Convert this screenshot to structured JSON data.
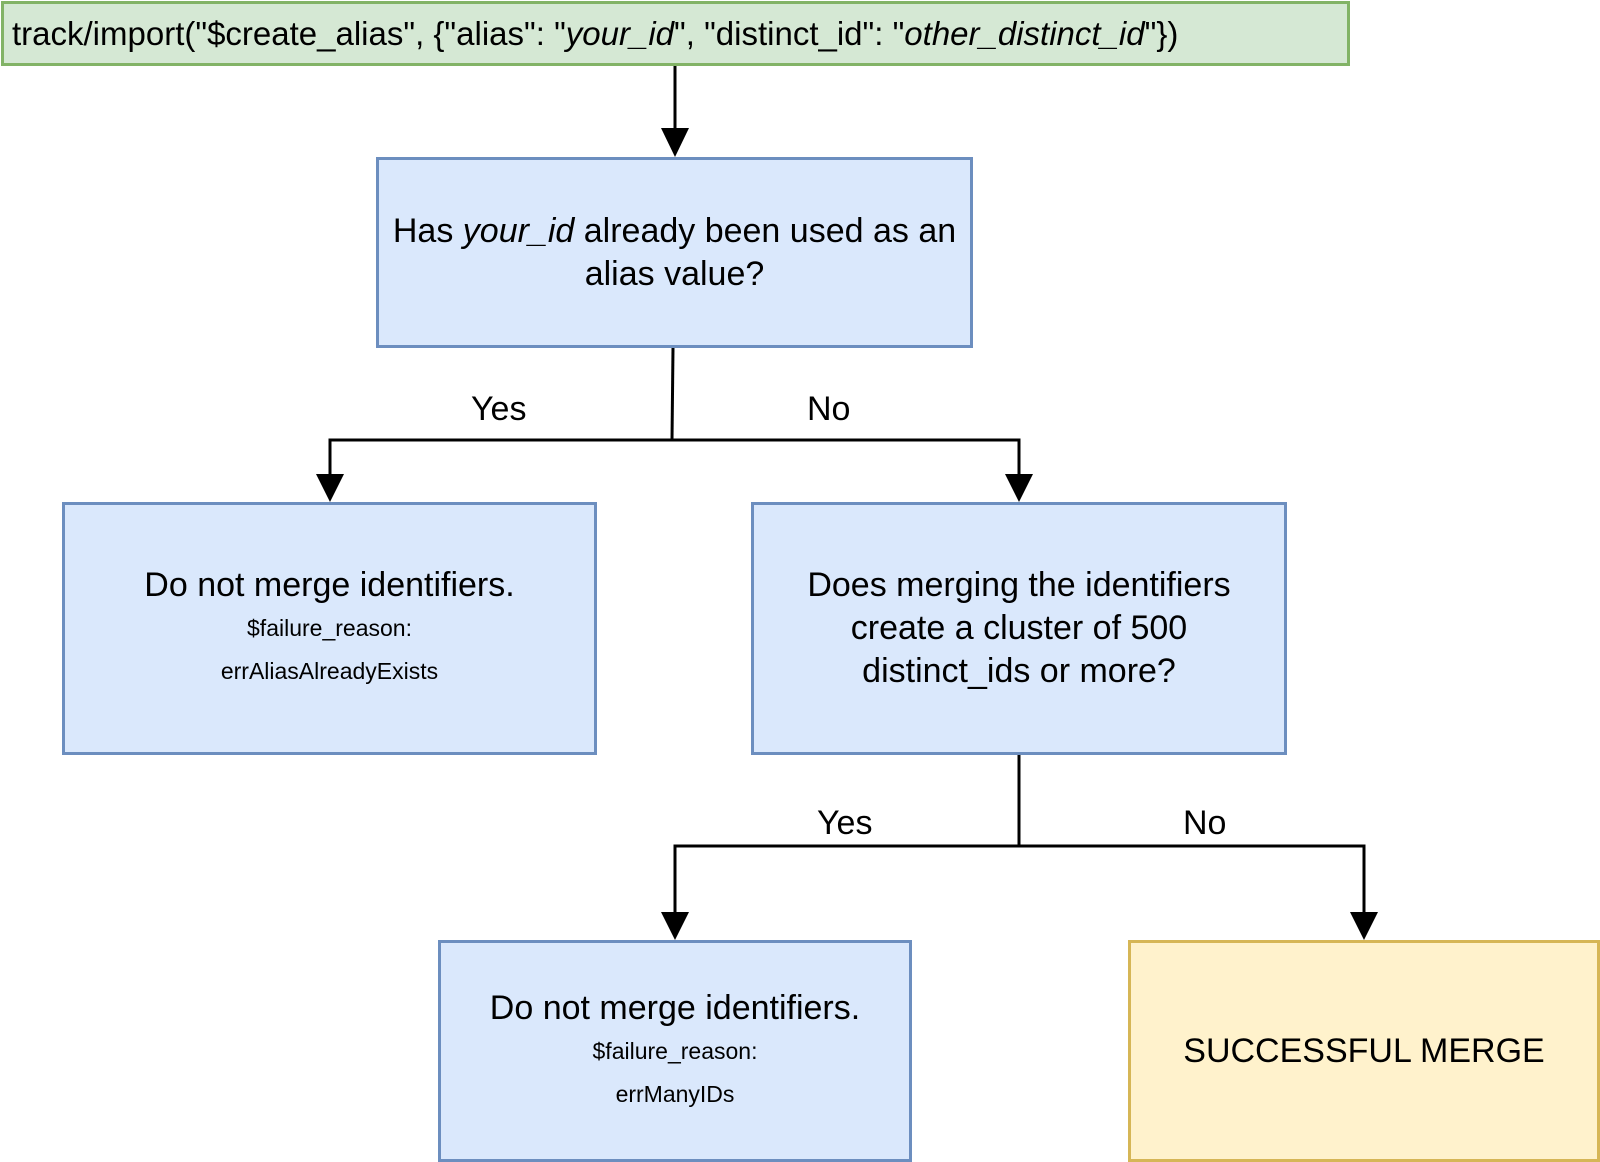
{
  "start": {
    "prefix": "track/import(\"$create_alias\", {\"alias\": \"",
    "alias_var": "your_id",
    "middle": "\", \"distinct_id\": \"",
    "distinct_var": "other_distinct_id",
    "suffix": "\"})"
  },
  "decision_alias": {
    "pre": "Has ",
    "var": "your_id",
    "post": " already been used as an alias value?"
  },
  "fail_alias": {
    "title": "Do not merge identifiers.",
    "reason_label": "$failure_reason:",
    "reason_value": "errAliasAlreadyExists"
  },
  "decision_cluster": {
    "text": "Does merging the identifiers create a cluster of 500 distinct_ids or more?"
  },
  "fail_cluster": {
    "title": "Do not merge identifiers.",
    "reason_label": "$failure_reason:",
    "reason_value": "errManyIDs"
  },
  "success": {
    "text": "SUCCESSFUL MERGE"
  },
  "labels": {
    "yes_1": "Yes",
    "no_1": "No",
    "yes_2": "Yes",
    "no_2": "No"
  },
  "colors": {
    "start_fill": "#d5e8d4",
    "start_border": "#82b366",
    "process_fill": "#dae8fc",
    "process_border": "#6c8ebf",
    "success_fill": "#fff2cc",
    "success_border": "#d6b656",
    "connector": "#000000"
  }
}
